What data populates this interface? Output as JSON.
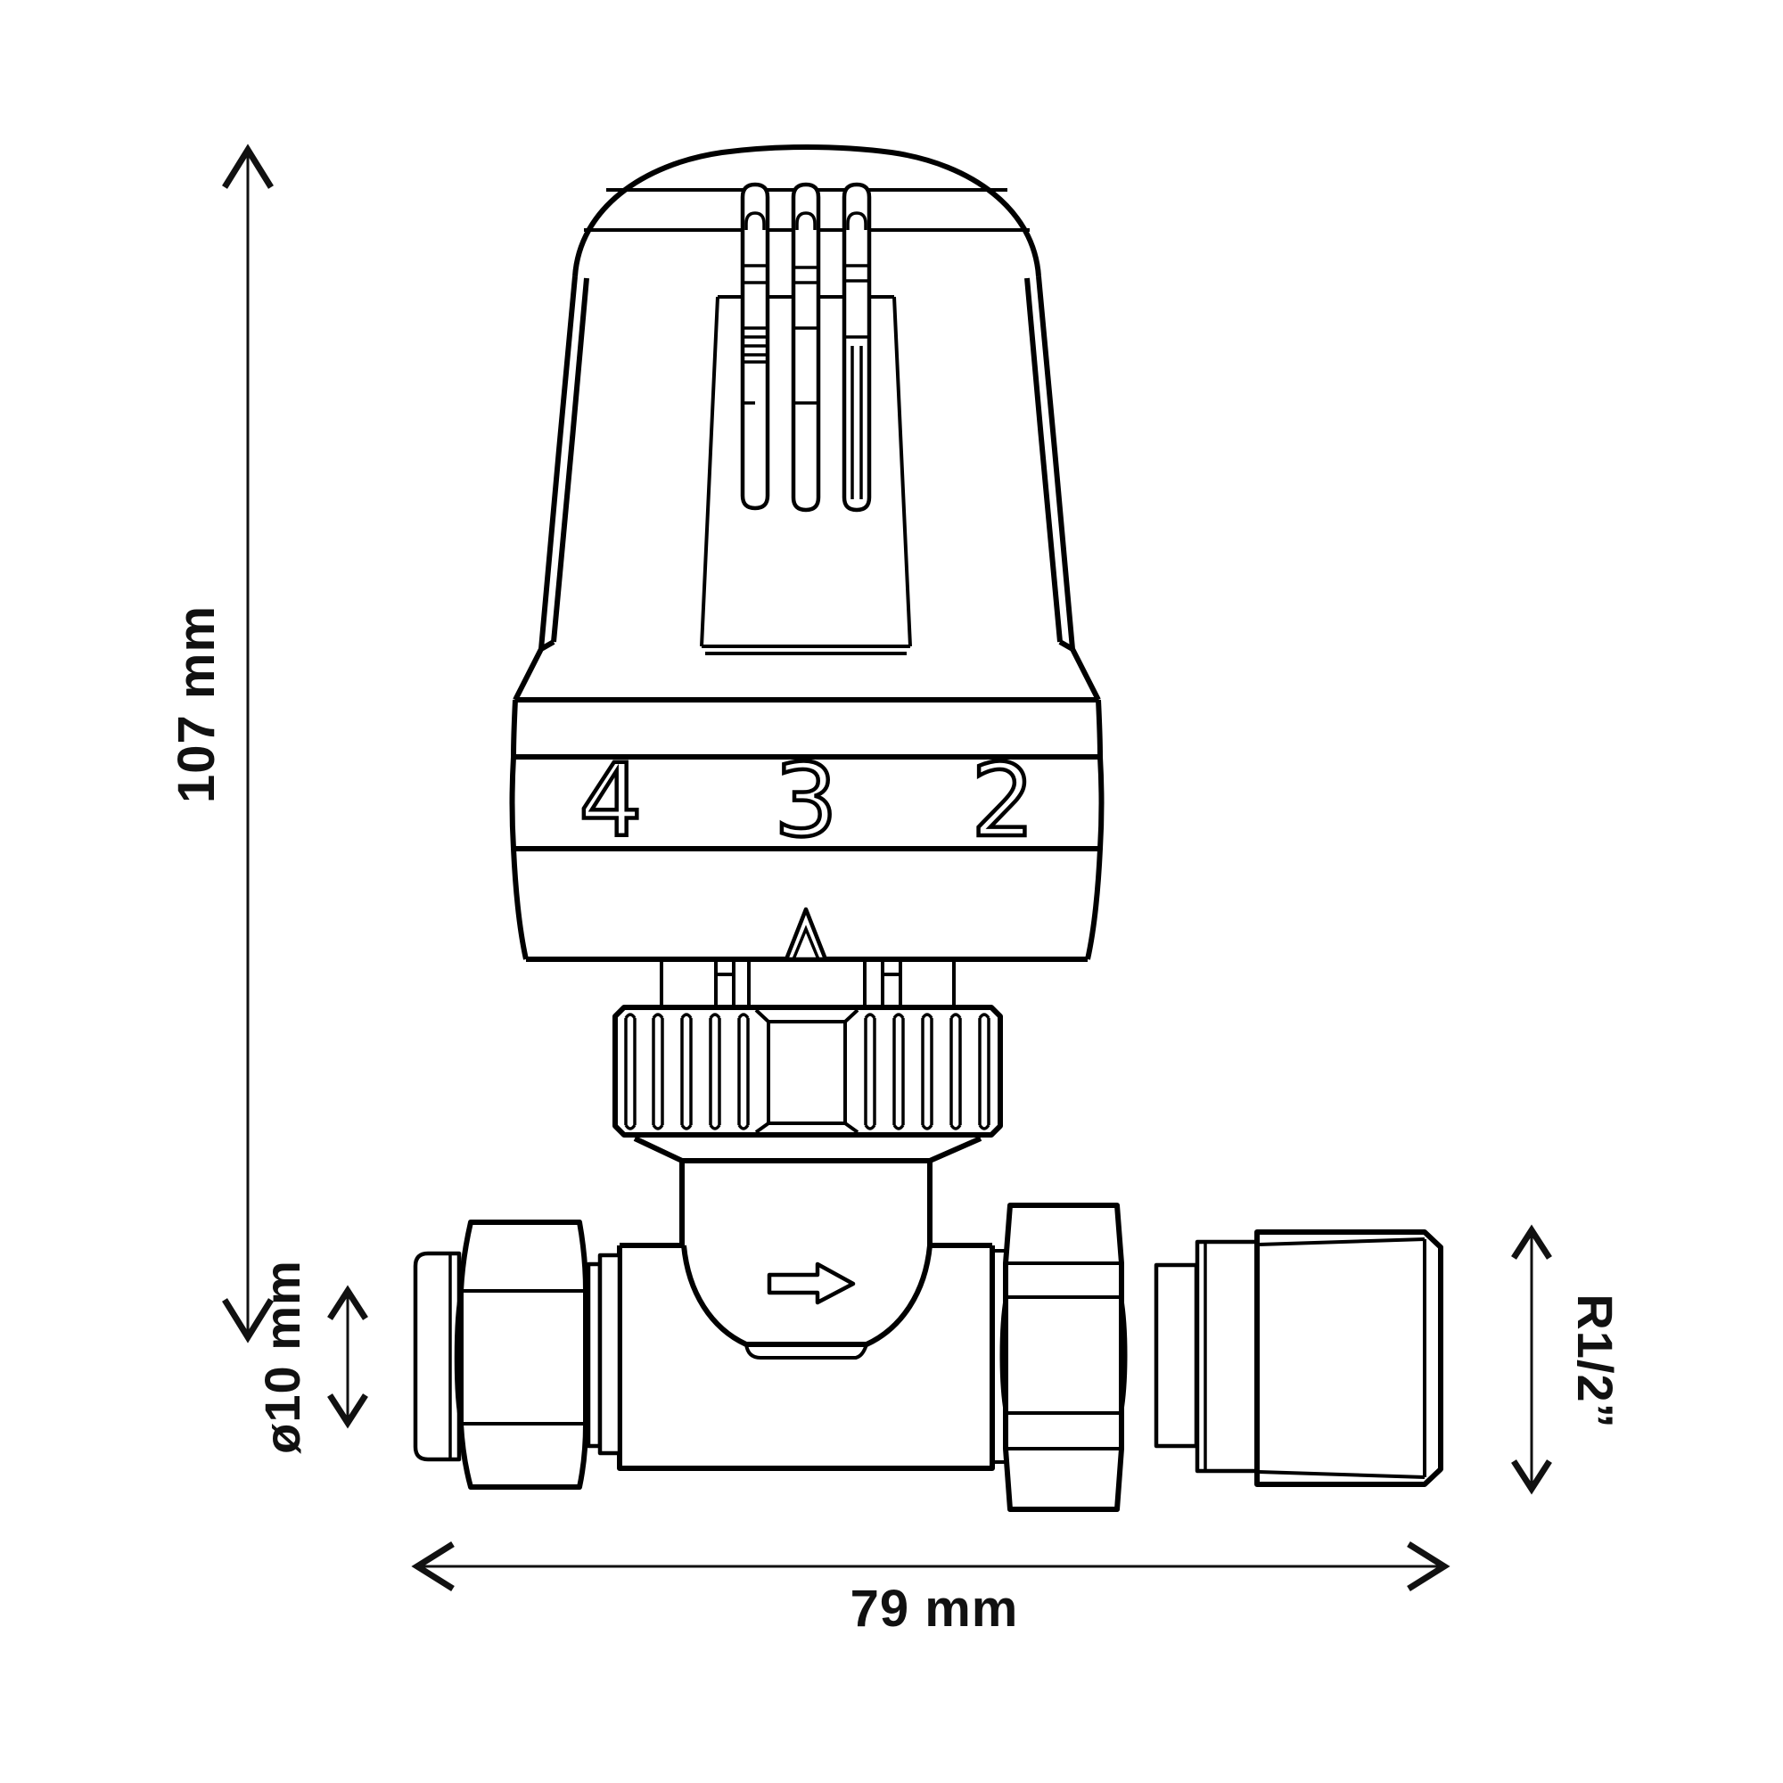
{
  "page": {
    "background": "#ffffff"
  },
  "drawing": {
    "subject": "straight thermostatic radiator valve (TRV) technical line drawing, front elevation",
    "line_color": "#000000",
    "fill_color": "#ffffff"
  },
  "dial": {
    "numbers": [
      "4",
      "3",
      "2"
    ],
    "pointer": "triangle-up-indicator"
  },
  "flow": {
    "direction": "right"
  },
  "dimensions": {
    "overall_height": "107 mm",
    "overall_length": "79 mm",
    "inlet_diameter": "ø10 mm",
    "outlet_thread": "R1/2”"
  }
}
